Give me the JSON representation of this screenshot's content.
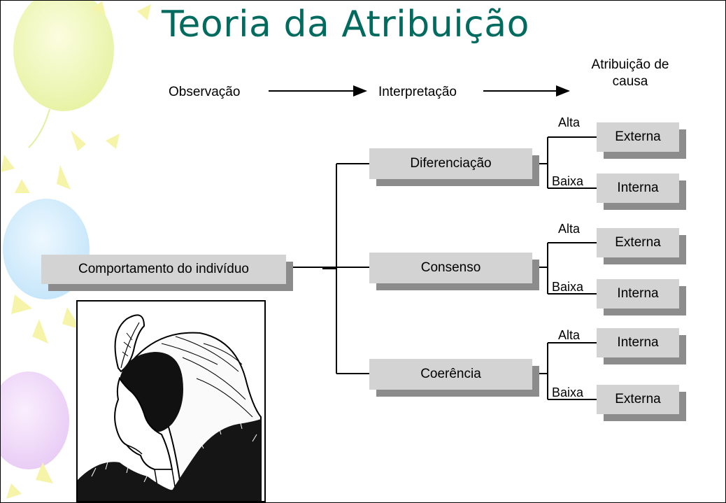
{
  "title": "Teoria da Atribuição",
  "flow": {
    "step1": "Observação",
    "step2": "Interpretação",
    "step3_line1": "Atribuição de",
    "step3_line2": "causa"
  },
  "root": {
    "label": "Comportamento do indivíduo"
  },
  "branches": [
    {
      "label": "Diferenciação",
      "high": {
        "condition": "Alta",
        "result": "Externa"
      },
      "low": {
        "condition": "Baixa",
        "result": "Interna"
      }
    },
    {
      "label": "Consenso",
      "high": {
        "condition": "Alta",
        "result": "Externa"
      },
      "low": {
        "condition": "Baixa",
        "result": "Interna"
      }
    },
    {
      "label": "Coerência",
      "high": {
        "condition": "Alta",
        "result": "Interna"
      },
      "low": {
        "condition": "Baixa",
        "result": "Externa"
      }
    }
  ],
  "illustration": {
    "name": "optical-illusion-old-young-woman"
  },
  "colors": {
    "title": "#006b5e",
    "box": "#d3d3d3",
    "shadow": "#8c8c8c"
  }
}
